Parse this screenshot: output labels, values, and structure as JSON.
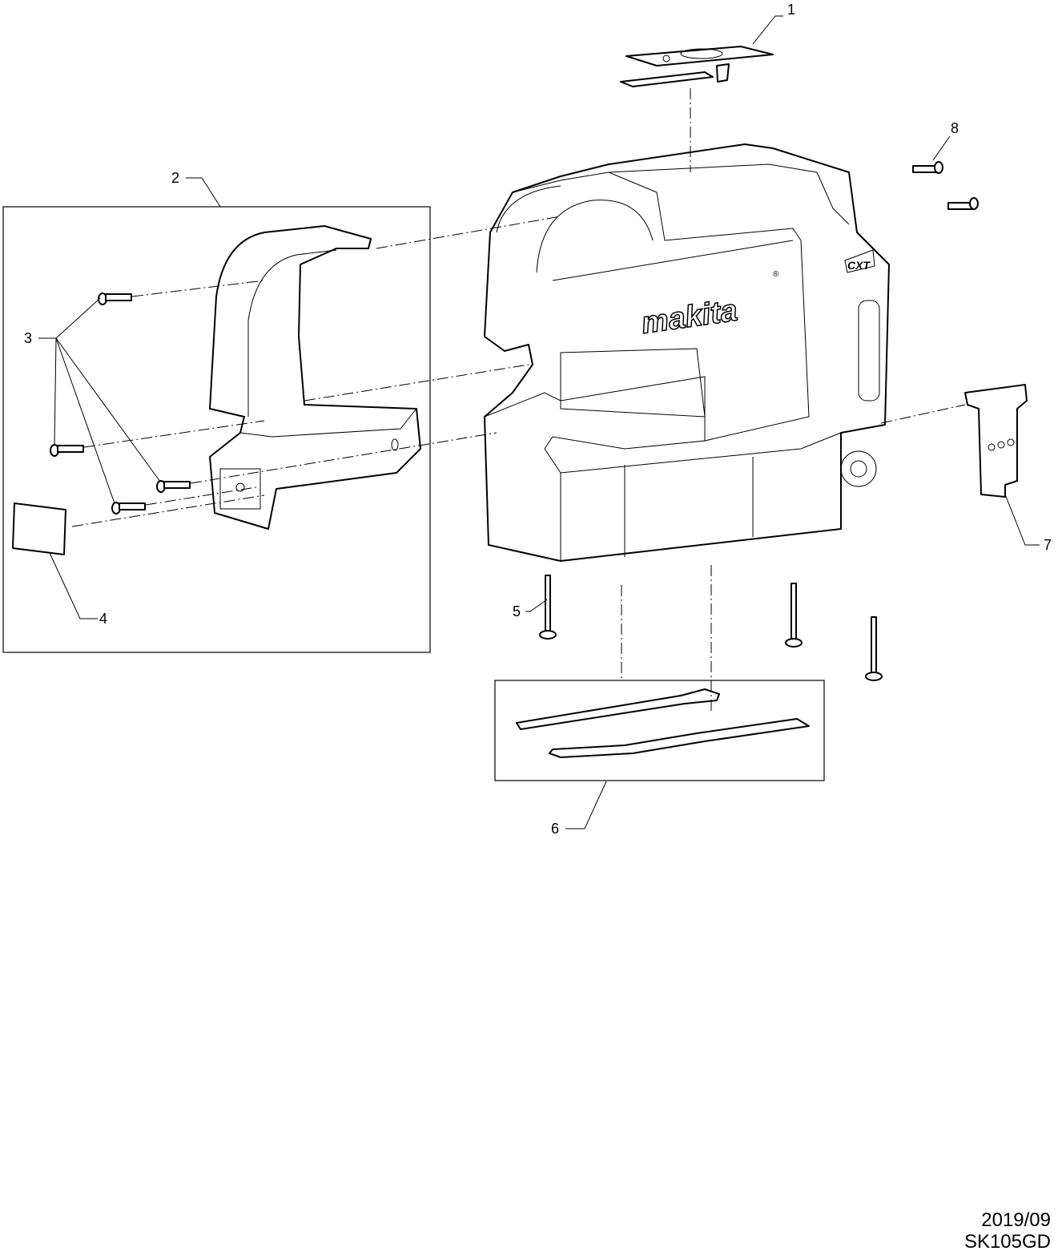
{
  "diagram": {
    "callouts": [
      "1",
      "2",
      "3",
      "4",
      "5",
      "6",
      "7",
      "8"
    ],
    "brand_logo": "makita",
    "housing_mark": "CXT",
    "footer": {
      "date": "2019/09",
      "model": "SK105GD"
    },
    "colors": {
      "line": "#000000",
      "background": "#ffffff"
    }
  }
}
